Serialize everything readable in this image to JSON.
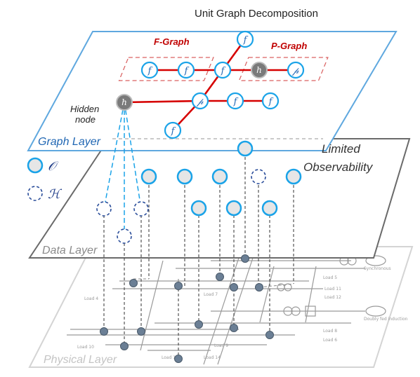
{
  "title": "Unit Graph Decomposition",
  "graph_labels": {
    "f_graph": "F-Graph",
    "p_graph": "P-Graph",
    "hidden_node": [
      "Hidden",
      "node"
    ]
  },
  "layers": {
    "graph": "Graph Layer",
    "data": "Data Layer",
    "physical": "Physical Layer"
  },
  "limited_observability": [
    "Limited",
    "Observability"
  ],
  "legend": {
    "observed_symbol": "𝒪",
    "hidden_symbol": "ℋ"
  },
  "node_symbols": {
    "factor": "f",
    "hidden": "h",
    "pmu": "𝓅"
  },
  "colors": {
    "graph_layer_border": "#5fa8df",
    "data_layer_border": "#6a6a6a",
    "physical_layer_border": "#cfcfcf",
    "edge_red": "#d60000",
    "node_blue": "#1aa3e8",
    "hidden_dashed": "#2a4d9a",
    "hidden_node_fill": "#7a7a7a"
  },
  "physical_labels": [
    "Load 10",
    "Load 9",
    "Load 4",
    "Load 11",
    "Load 12",
    "Load 7",
    "Load 8",
    "Load 13",
    "Load 14",
    "Load 5",
    "Load 6",
    "Synchronous",
    "Doubly fed induction"
  ]
}
